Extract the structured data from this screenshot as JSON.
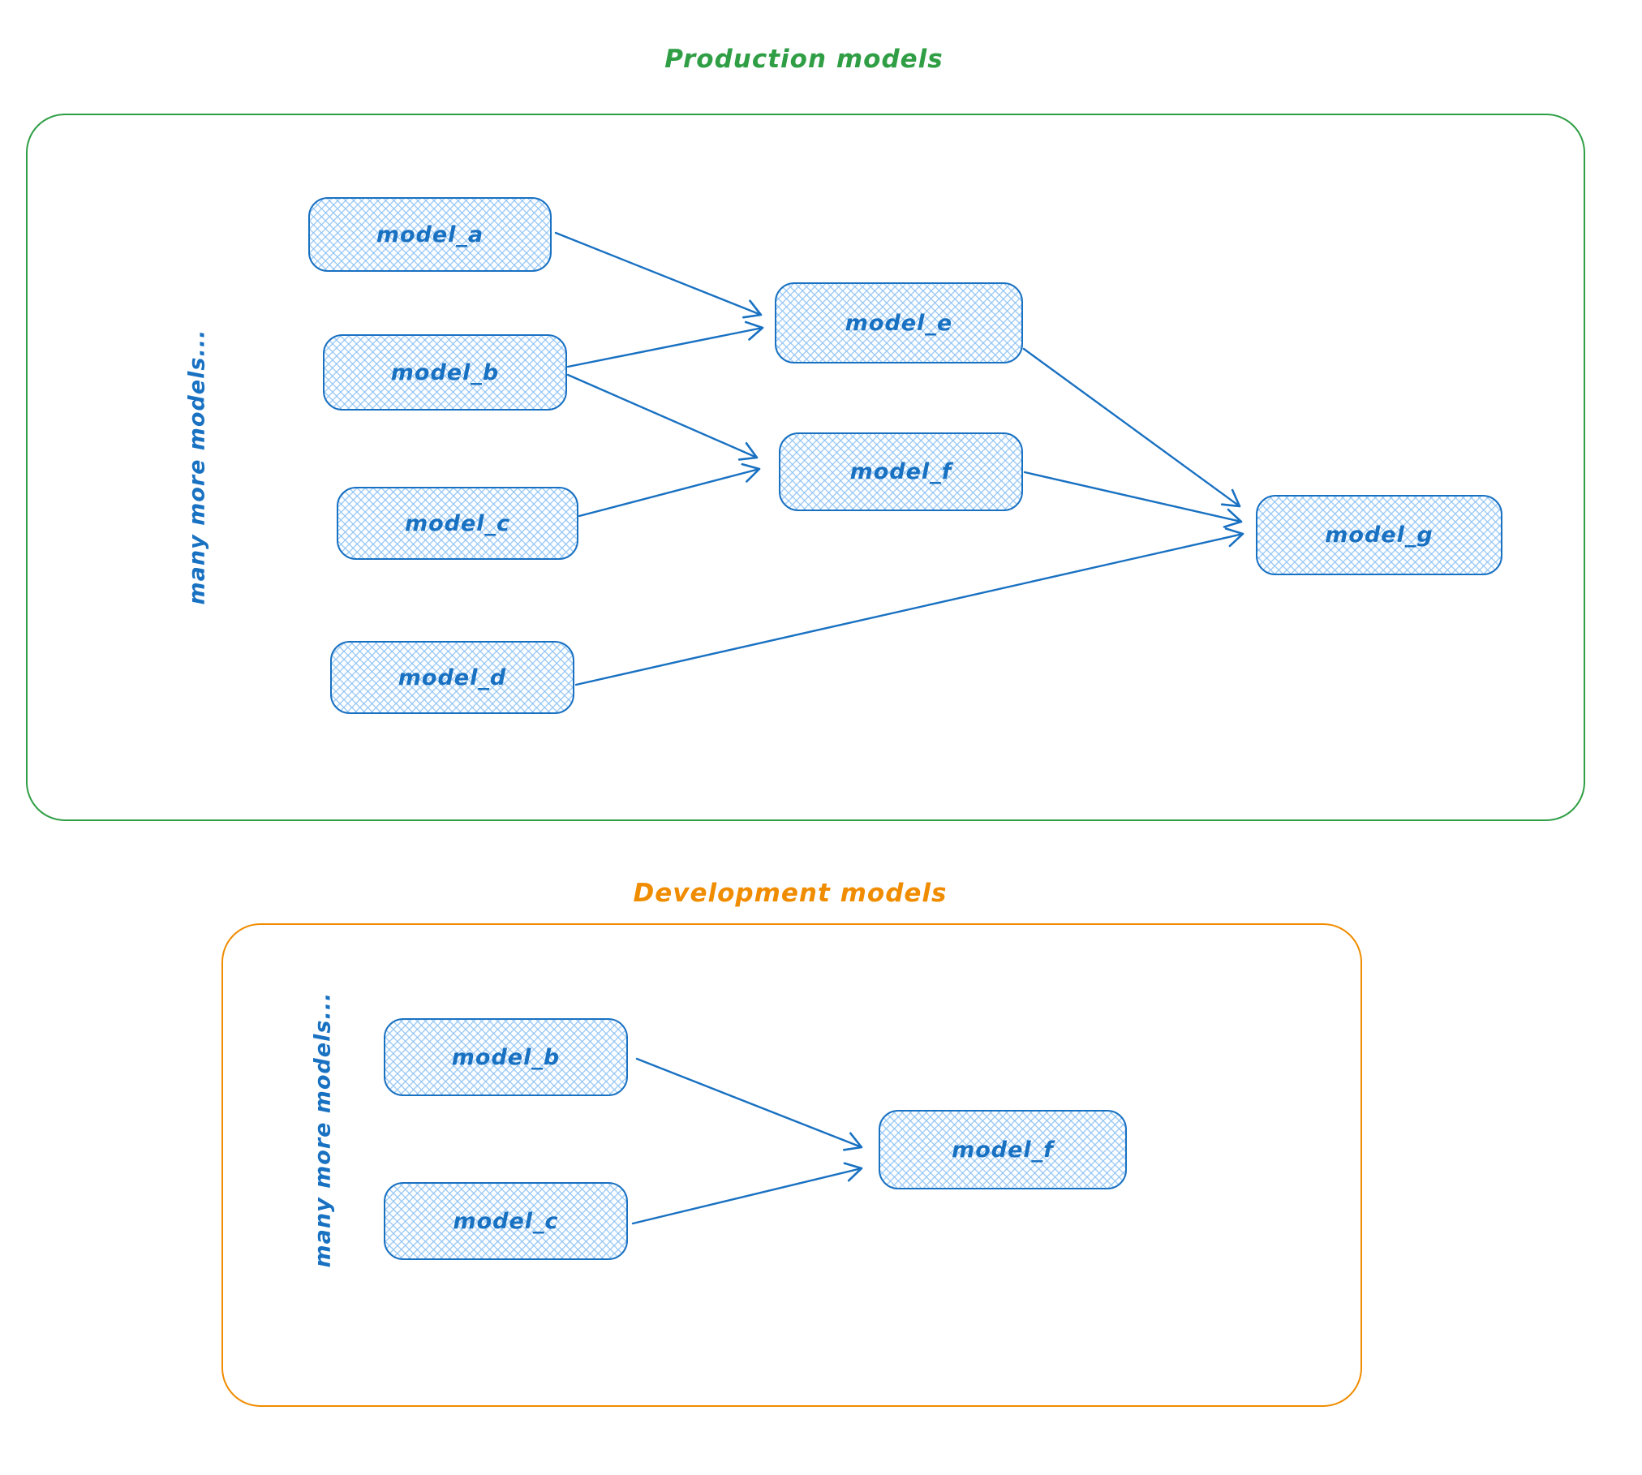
{
  "diagram": {
    "production": {
      "title": "Production models",
      "side_label": "many more models...",
      "nodes": [
        {
          "id": "model_a",
          "label": "model_a"
        },
        {
          "id": "model_b",
          "label": "model_b"
        },
        {
          "id": "model_c",
          "label": "model_c"
        },
        {
          "id": "model_d",
          "label": "model_d"
        },
        {
          "id": "model_e",
          "label": "model_e"
        },
        {
          "id": "model_f",
          "label": "model_f"
        },
        {
          "id": "model_g",
          "label": "model_g"
        }
      ],
      "edges": [
        {
          "from": "model_a",
          "to": "model_e"
        },
        {
          "from": "model_b",
          "to": "model_e"
        },
        {
          "from": "model_b",
          "to": "model_f"
        },
        {
          "from": "model_c",
          "to": "model_f"
        },
        {
          "from": "model_e",
          "to": "model_g"
        },
        {
          "from": "model_f",
          "to": "model_g"
        },
        {
          "from": "model_d",
          "to": "model_g"
        }
      ]
    },
    "development": {
      "title": "Development models",
      "side_label": "many more models...",
      "nodes": [
        {
          "id": "model_b",
          "label": "model_b"
        },
        {
          "id": "model_c",
          "label": "model_c"
        },
        {
          "id": "model_f",
          "label": "model_f"
        }
      ],
      "edges": [
        {
          "from": "model_b",
          "to": "model_f"
        },
        {
          "from": "model_c",
          "to": "model_f"
        }
      ]
    },
    "colors": {
      "production_accent": "#2f9e44",
      "development_accent": "#f08c00",
      "node_stroke": "#1971c2",
      "node_fill_hatch": "#a5d8ff",
      "background": "#ffffff"
    }
  }
}
